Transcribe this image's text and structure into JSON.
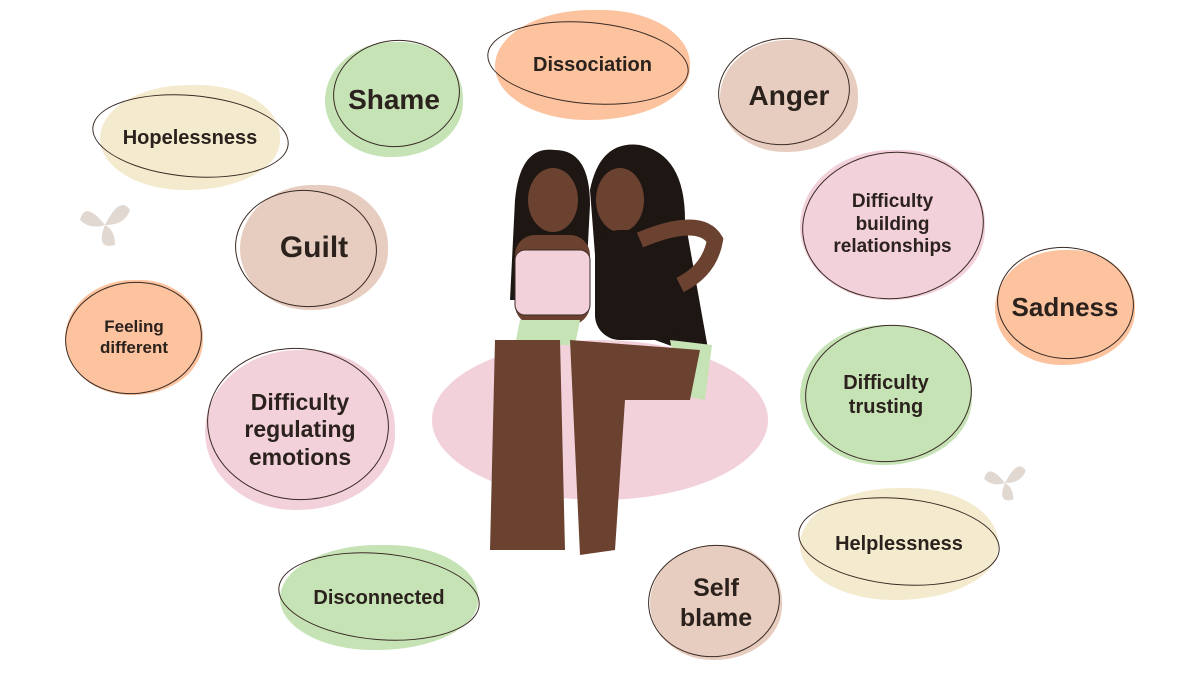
{
  "colors": {
    "green": "#c6e3b6",
    "peach": "#fcc39e",
    "beige": "#e7cdbf",
    "pink": "#f3d1db",
    "cream": "#f4ebcf",
    "skin": "#6b4230",
    "hair": "#1e1612",
    "outline": "#3a2a24"
  },
  "emotions": [
    {
      "id": "hopelessness",
      "label": "Hopelessness",
      "color": "cream"
    },
    {
      "id": "shame",
      "label": "Shame",
      "color": "green"
    },
    {
      "id": "dissociation",
      "label": "Dissociation",
      "color": "peach"
    },
    {
      "id": "anger",
      "label": "Anger",
      "color": "beige"
    },
    {
      "id": "guilt",
      "label": "Guilt",
      "color": "beige"
    },
    {
      "id": "difficulty-building-relationships",
      "label": "Difficulty building relationships",
      "color": "pink"
    },
    {
      "id": "sadness",
      "label": "Sadness",
      "color": "peach"
    },
    {
      "id": "feeling-different",
      "label": "Feeling different",
      "color": "peach"
    },
    {
      "id": "difficulty-regulating-emotions",
      "label": "Difficulty regulating emotions",
      "color": "pink"
    },
    {
      "id": "difficulty-trusting",
      "label": "Difficulty trusting",
      "color": "green"
    },
    {
      "id": "helplessness",
      "label": "Helplessness",
      "color": "cream"
    },
    {
      "id": "self-blame",
      "label": "Self blame",
      "color": "beige"
    },
    {
      "id": "disconnected",
      "label": "Disconnected",
      "color": "green"
    }
  ],
  "icons": [
    "butterfly-icon",
    "butterfly-icon"
  ]
}
